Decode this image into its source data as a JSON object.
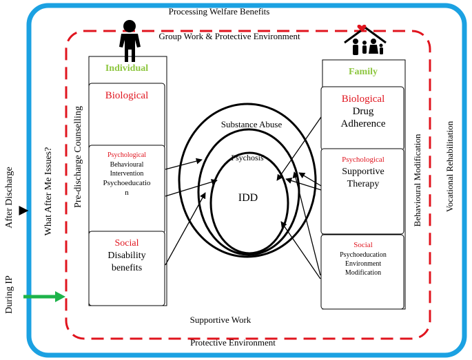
{
  "outer_label_top": "Processing Welfare Benefits",
  "outer_label_bottom": "Protective Environment",
  "outer_label_right": "Vocational Rehabilitation",
  "inner_label_top": "Group Work & Protective Environment",
  "inner_label_bottom": "Supportive Work",
  "left_side_labels": {
    "after_discharge": "After Discharge",
    "during_ip": "During IP",
    "what_after_me": "What After Me Issues?",
    "pre_discharge": "Pre-discharge Counselling"
  },
  "right_side_labels": {
    "behavioural_modification": "Behavioural Modification"
  },
  "individual": {
    "header": "Individual",
    "biological_title": "Biological",
    "psychological_title": "Psychological",
    "psychological_lines": [
      "Behavioural",
      "Intervention",
      "Psychoeducatio",
      "n"
    ],
    "social_title": "Social",
    "social_lines": [
      "Disability",
      "benefits"
    ]
  },
  "family": {
    "header": "Family",
    "biological_title": "Biological",
    "biological_lines": [
      "Drug",
      "Adherence"
    ],
    "psychological_title": "Psychological",
    "psychological_lines": [
      "Supportive",
      "Therapy"
    ],
    "social_title": "Social",
    "social_lines": [
      "Psychoeducation",
      "Environment",
      "Modification"
    ]
  },
  "circles": {
    "outer": "Substance Abuse",
    "middle": "Psychosis",
    "inner": "IDD"
  },
  "colors": {
    "outer_border": "#1ba1e2",
    "dashed_border": "#e0141e",
    "header_green": "#8dc63f",
    "section_red": "#e0141e",
    "arrow_green": "#1db34a"
  },
  "icons": [
    "person-icon",
    "family-house-icon"
  ]
}
